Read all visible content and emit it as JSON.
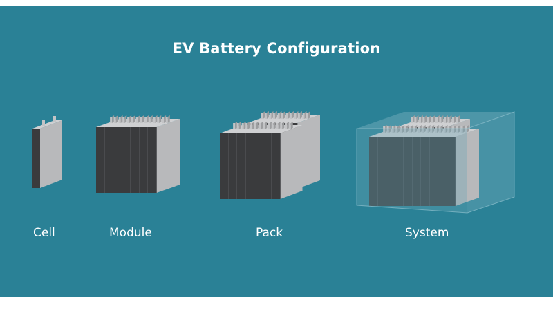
{
  "title": "EV Battery Configuration",
  "stages": [
    {
      "label": "Cell"
    },
    {
      "label": "Module"
    },
    {
      "label": "Pack"
    },
    {
      "label": "System"
    }
  ],
  "colors": {
    "background": "#2a8196",
    "cell_front": "#3a3b3d",
    "cell_side": "#b8b9bb",
    "cell_top": "#cfd0d2",
    "terminal": "#c3c4c6",
    "enclosure": "#6aa7b8",
    "text": "#ffffff"
  }
}
